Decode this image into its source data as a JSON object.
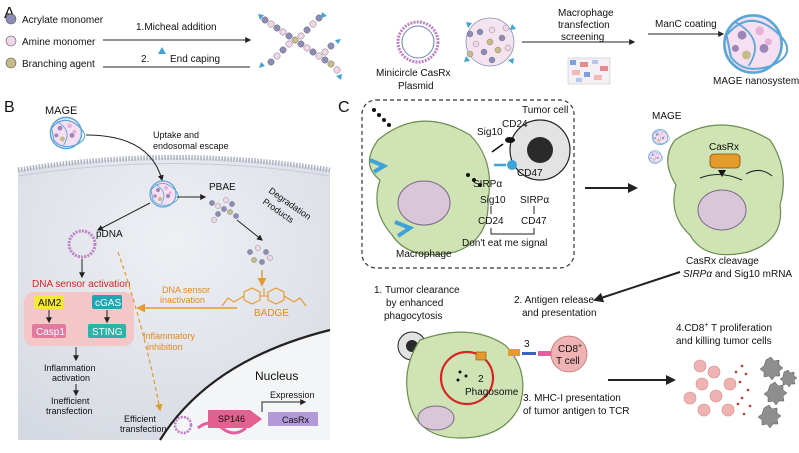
{
  "colors": {
    "macrophage_fill": "#cfe3b5",
    "macrophage_stroke": "#6b8d4e",
    "cell_bg": "#dfe2e8",
    "nucleus_fill": "#2a2a2a",
    "sensor_box": "#f3c6c8",
    "aim2_box": "#f6e83a",
    "cgas_box": "#22a6b3",
    "casp1_box": "#e27aa0",
    "sting_box": "#2bb3a6",
    "orange_arrow": "#e59a2c",
    "red_text": "#d72626",
    "tcell_fill": "#f0b3b3",
    "casrx_box": "#b39ad9",
    "sp146_box": "#e4608f",
    "pink_wave": "#e45f9f",
    "legend_acrylate": "#8d8bb8",
    "legend_amine": "#f0d6e8",
    "legend_branching": "#c6b98a"
  },
  "panel_a": {
    "label": "A",
    "legend": [
      "Acrylate monomer",
      "Amine monomer",
      "Branching agent"
    ],
    "step1": "1.Micheal addition",
    "step2_prefix": "2.",
    "step2_text": "End caping",
    "plasmid_line1": "Minicircle CasRx",
    "plasmid_line2": "Plasmid",
    "screen_line1": "Macrophage",
    "screen_line2": "transfection",
    "screen_line3": "screening",
    "coating": "ManC coating",
    "result": "MAGE nanosystem"
  },
  "panel_b": {
    "label": "B",
    "mage": "MAGE",
    "uptake_line1": "Uptake and",
    "uptake_line2": "endosomal escape",
    "pbae": "PBAE",
    "degradation_line1": "Degradation",
    "degradation_line2": "Products",
    "pdna": "pDNA",
    "sensor_activation": "DNA sensor activation",
    "aim2": "AIM2",
    "cgas": "cGAS",
    "casp1": "Casp1",
    "sting": "STING",
    "sensor_inactivation_line1": "DNA sensor",
    "sensor_inactivation_line2": "inactivation",
    "badge": "BADGE",
    "inflammation_line1": "Inflammation",
    "inflammation_line2": "activation",
    "inefficient_line1": "Inefficient",
    "inefficient_line2": "transfection",
    "inflammatory_line1": "Inflammatory",
    "inflammatory_line2": "inhibition",
    "nucleus": "Nucleus",
    "expression": "Expression",
    "efficient_line1": "Efficient",
    "efficient_line2": "transfection",
    "sp146": "SP146",
    "casrx": "CasRx"
  },
  "panel_c": {
    "label": "C",
    "tumor_cell": "Tumor cell",
    "cd24": "CD24",
    "sig10": "Sig10",
    "cd47": "CD47",
    "sirpa": "SIRPα",
    "pair_sig10": "Sig10",
    "pair_sirpa": "SIRPα",
    "pair_cd24": "CD24",
    "pair_cd47": "CD47",
    "dont_eat": "Don't eat me signal",
    "macrophage": "Macrophage",
    "mage": "MAGE",
    "casrx": "CasRx",
    "cleavage_line1": "CasRx cleavage",
    "cleavage_italic": "SIRPα",
    "cleavage_rest": " and Sig10 mRNA",
    "step1_line1": "1. Tumor clearance",
    "step1_line2": "by enhanced",
    "step1_line3": "phagocytosis",
    "step2_line1": "2. Antigen release",
    "step2_line2": "and presentation",
    "tcell_prefix": "CD8",
    "tcell_sup": "+",
    "tcell_line2": "T cell",
    "num2": "2",
    "num3": "3",
    "phagosome": "Phagosome",
    "step3_line1": "3. MHC-I presentation",
    "step3_line2": "of tumor antigen to TCR",
    "step4_line1_prefix": "4.CD8",
    "step4_sup": "+",
    "step4_line1_rest": " T proliferation",
    "step4_line2": "and killing tumor cells"
  }
}
